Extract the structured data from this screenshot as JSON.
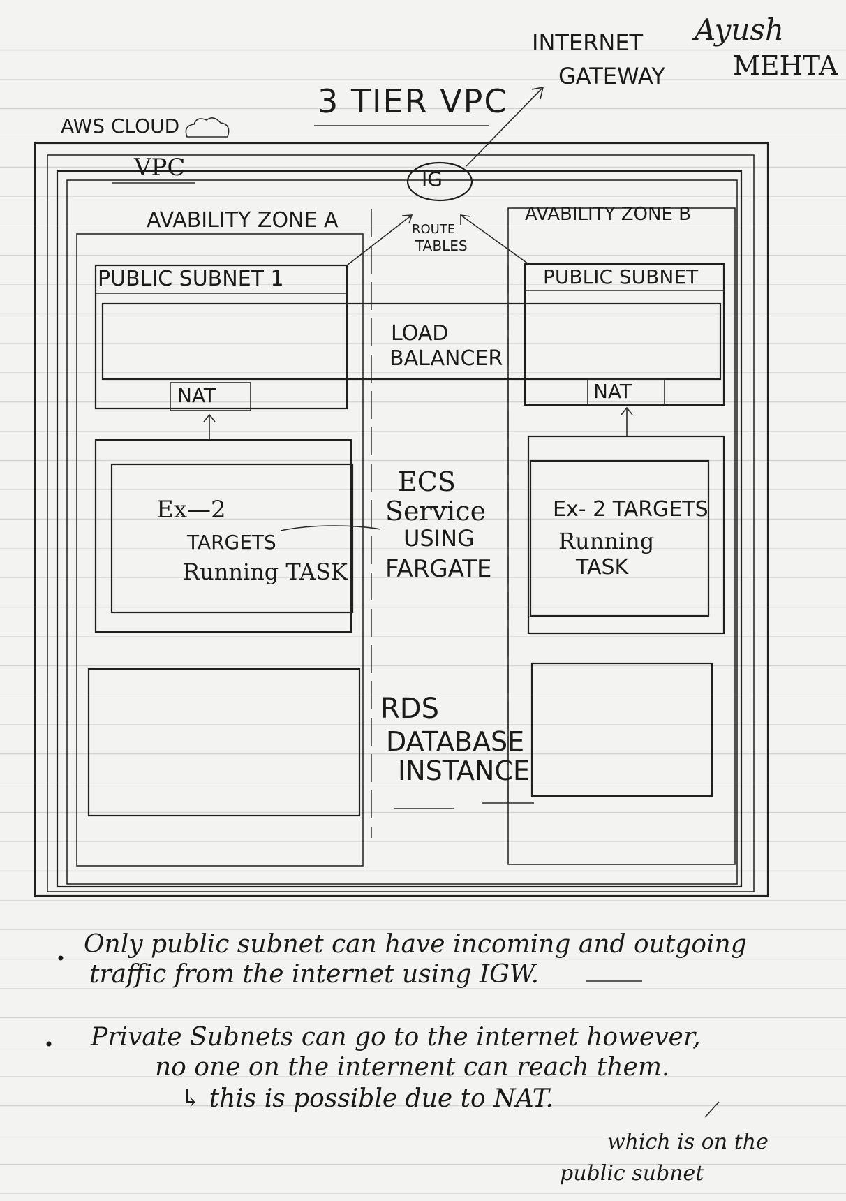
{
  "header": {
    "title": "3 TIER VPC",
    "author_first": "Ayush",
    "author_last": "MEHTA",
    "internet_gateway_line1": "INTERNET",
    "internet_gateway_line2": "GATEWAY",
    "aws_cloud": "AWS CLOUD"
  },
  "diagram": {
    "vpc_label": "VPC",
    "igw_label": "IG",
    "az_a": "AVABILITY ZONE A",
    "az_b": "AVABILITY ZONE B",
    "route_tables_line1": "ROUTE",
    "route_tables_line2": "TABLES",
    "public_subnet_1": "PUBLIC SUBNET 1",
    "public_subnet_b": "PUBLIC SUBNET",
    "load_balancer_line1": "LOAD",
    "load_balancer_line2": "BALANCER",
    "nat_a": "NAT",
    "nat_b": "NAT",
    "ecs_line1": "ECS",
    "ecs_line2": "Service",
    "ecs_line3": "USING",
    "ecs_line4": "FARGATE",
    "task_a_line1": "Ex—2",
    "task_a_line2": "TARGETS",
    "task_a_line3": "Running TASK",
    "task_b_line1": "Ex- 2 TARGETS",
    "task_b_line2": "Running",
    "task_b_line3": "TASK",
    "rds_line1": "RDS",
    "rds_line2": "DATABASE",
    "rds_line3": "INSTANCE"
  },
  "notes": {
    "note1_line1": "Only public subnet can have incoming and outgoing",
    "note1_line2": "traffic from the internet using IGW.",
    "note2_line1": "Private Subnets can go to the internet however,",
    "note2_line2": "no one on the internent can reach them.",
    "note2_line3": "↳ this is possible due to NAT.",
    "note2_line4": "which is on the",
    "note2_line5": "public subnet"
  }
}
